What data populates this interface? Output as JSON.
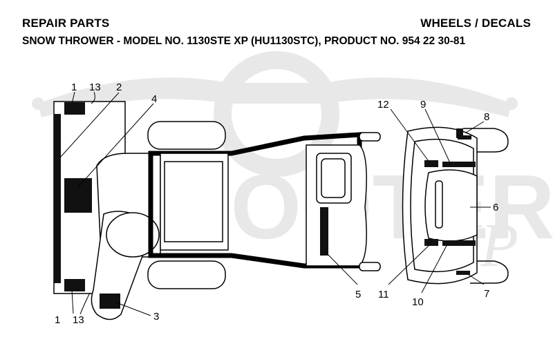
{
  "header": {
    "left_title": "REPAIR PARTS",
    "right_title": "WHEELS / DECALS",
    "model_line": "SNOW THROWER - MODEL NO. 1130STE XP (HU1130STC), PRODUCT NO. 954 22 30-81"
  },
  "watermark": {
    "text": "SCOOTER",
    "suffix": "XP"
  },
  "callouts": {
    "c1_top": "1",
    "c13_top": "13",
    "c2": "2",
    "c4": "4",
    "c3": "3",
    "c1_bottom": "1",
    "c13_bottom": "13",
    "c5": "5",
    "c12": "12",
    "c9": "9",
    "c8": "8",
    "c6": "6",
    "c11": "11",
    "c10": "10",
    "c7": "7"
  },
  "colors": {
    "line": "#000000",
    "watermark": "#e6e6e6",
    "decal": "#111111"
  }
}
